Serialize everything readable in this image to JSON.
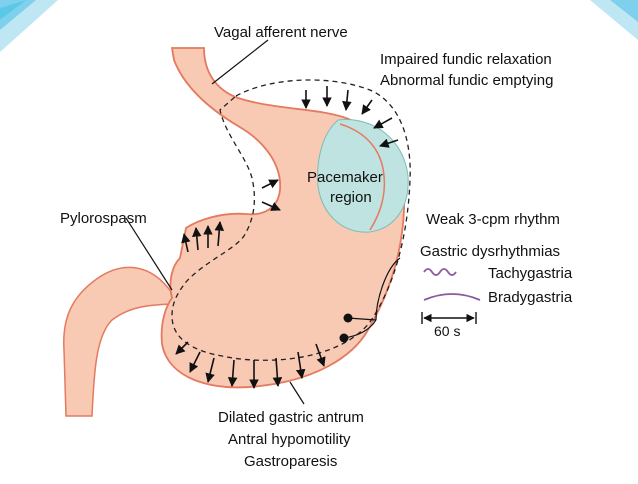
{
  "labels": {
    "vagal": "Vagal afferent nerve",
    "fundic_relax": "Impaired fundic relaxation",
    "fundic_empty": "Abnormal fundic emptying",
    "pacemaker_1": "Pacemaker",
    "pacemaker_2": "region",
    "pylorospasm": "Pylorospasm",
    "weak_rhythm": "Weak 3-cpm rhythm",
    "dysrhythmias": "Gastric dysrhythmias",
    "tachygastria": "Tachygastria",
    "bradygastria": "Bradygastria",
    "scale": "60 s",
    "antrum": "Dilated gastric antrum",
    "hypomotility": "Antral hypomotility",
    "gastroparesis": "Gastroparesis"
  },
  "colors": {
    "stomach_fill": "#f8c9b3",
    "stomach_stroke": "#e47a60",
    "pacemaker_fill": "#bfe3e0",
    "accent_blue": "#5bc8e8",
    "tachy_wave": "#8a5aa0",
    "brady_arc": "#8a5aa0"
  }
}
